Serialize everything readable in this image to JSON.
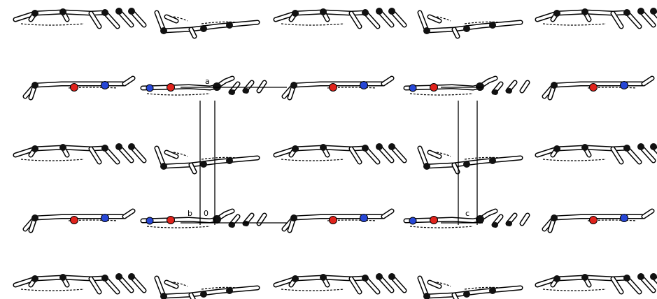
{
  "figure": {
    "background": "#ffffff",
    "axis_labels": {
      "a": "a",
      "b": "b",
      "origin": "0",
      "c": "c"
    },
    "atom_colors": {
      "carbon": "#111111",
      "oxygen": "#e0231c",
      "nitrogen": "#2747d6"
    }
  }
}
